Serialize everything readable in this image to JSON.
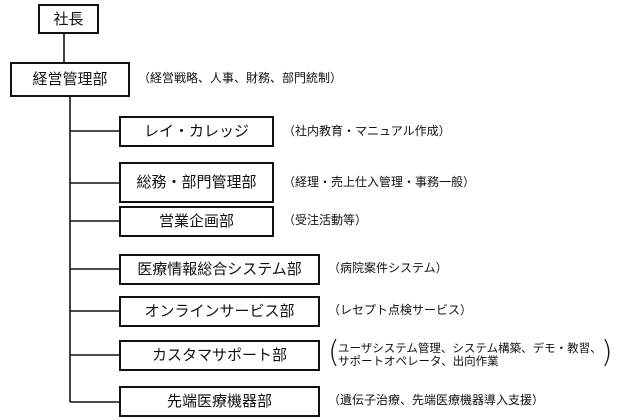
{
  "president": {
    "label": "社長"
  },
  "management": {
    "label": "経営管理部",
    "note": "（経営戦略、人事、財務、部門統制）"
  },
  "departments": [
    {
      "label": "レイ・カレッジ",
      "note": "（社内教育・マニュアル作成）"
    },
    {
      "label": "総務・部門管理部",
      "note": "（経理・売上仕入管理・事務一般）"
    },
    {
      "label": "営業企画部",
      "note": "（受注活動等）"
    },
    {
      "label": "医療情報総合システム部",
      "note": "（病院案件システム）"
    },
    {
      "label": "オンラインサービス部",
      "note": "（レセプト点検サービス）"
    },
    {
      "label": "カスタマサポート部",
      "note_lines": [
        "ユーザシステム管理、システム構築、デモ・教習、",
        "サポートオペレータ、出向作業"
      ]
    },
    {
      "label": "先端医療機器部",
      "note": "（遺伝子治療、先端医療機器導入支援）"
    }
  ]
}
